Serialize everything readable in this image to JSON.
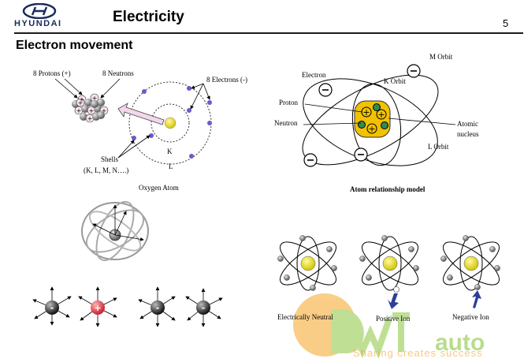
{
  "header": {
    "brand": "HYUNDAI",
    "title": "Electricity",
    "page_number": "5"
  },
  "section_title": "Electron movement",
  "oxygen_diagram": {
    "protons_label": "8 Protons (+)",
    "neutrons_label": "8 Neutrons",
    "electrons_label": "8 Electrons (-)",
    "shells_label": "Shells",
    "shells_list": "(K, L, M, N….)",
    "k_label": "K",
    "l_label": "L",
    "caption": "Oxygen Atom"
  },
  "atom_model": {
    "m_orbit": "M Orbit",
    "electron": "Electron",
    "k_orbit": "K Orbit",
    "proton": "Proton",
    "neutron": "Neutron",
    "atomic": "Atomic",
    "nucleus": "nucleus",
    "l_orbit": "L Orbit",
    "caption": "Atom relationship model"
  },
  "ions": {
    "neutral": "Electrically Neutral",
    "positive": "Positive Ion",
    "negative": "Negative Ion"
  },
  "watermark": {
    "text": "auto",
    "tagline": "Sharing creates success"
  },
  "colors": {
    "brand_navy": "#1a2a5e",
    "nucleus_yellow": "#f0e000",
    "nucleus_orange": "#f2c100",
    "electron_purple": "#6a5acd",
    "watermark_orange": "#f5a623",
    "watermark_green": "#8cc63f"
  }
}
